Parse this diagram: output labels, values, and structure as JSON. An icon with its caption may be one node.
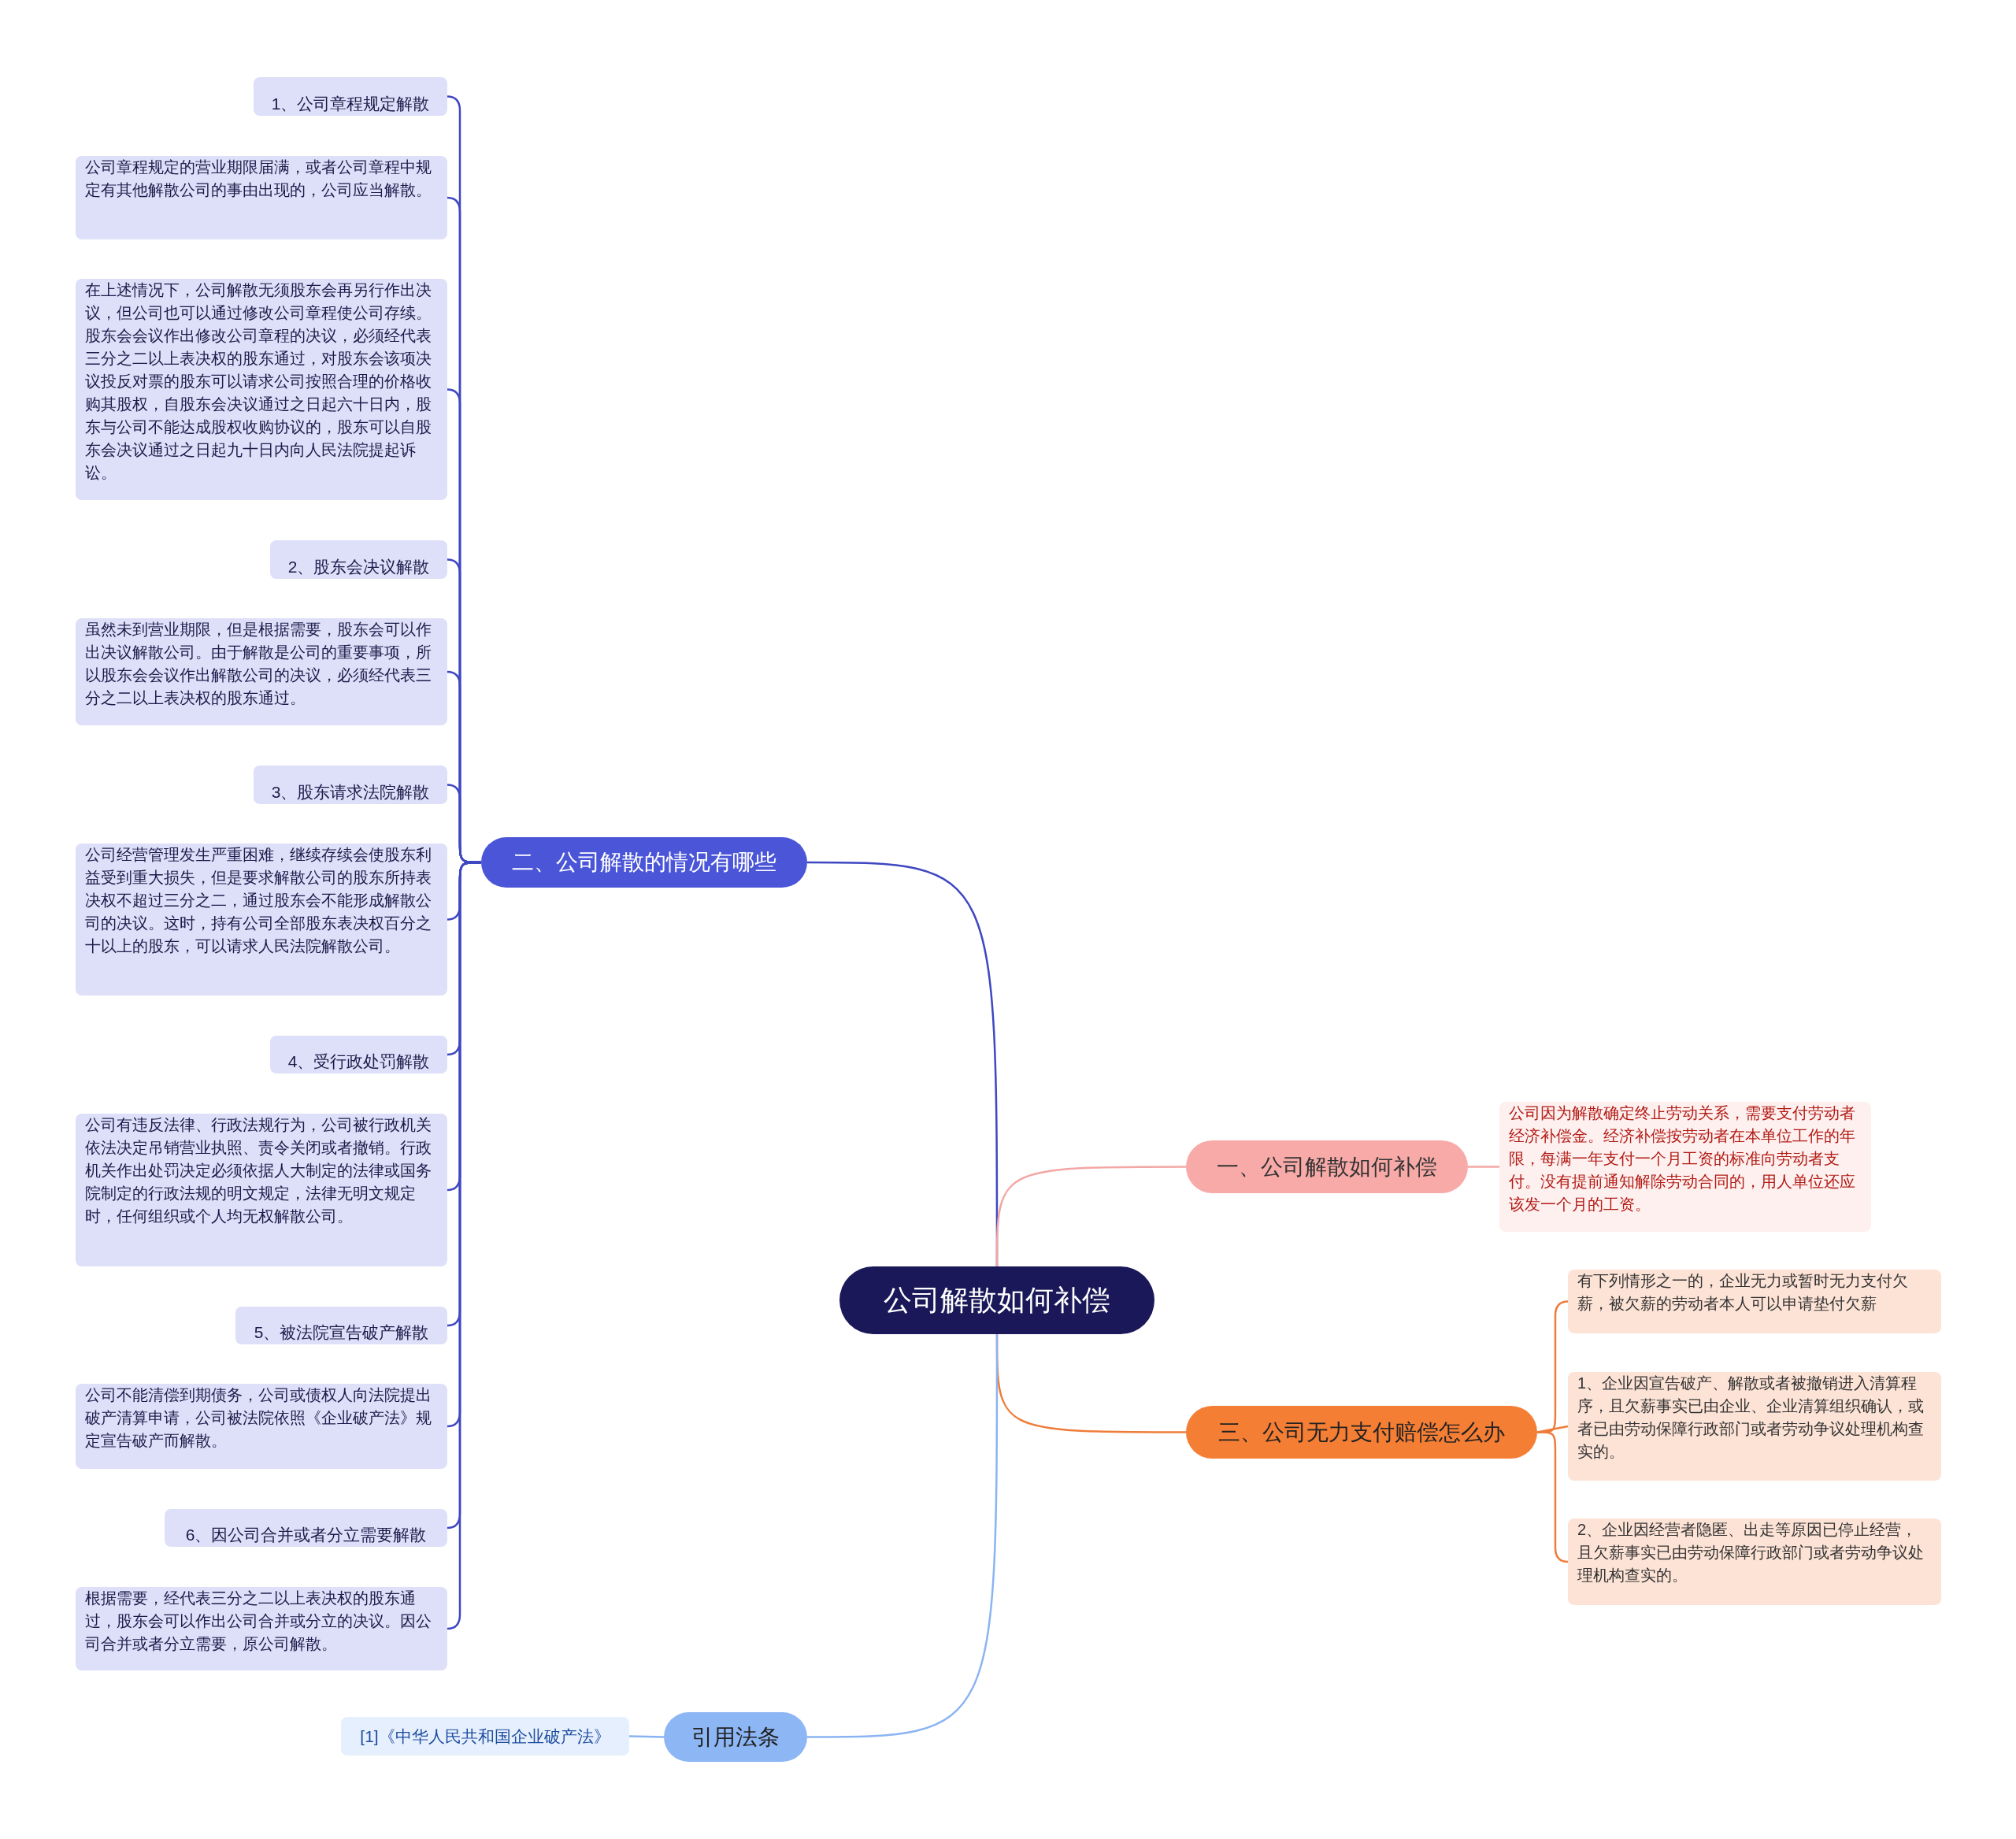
{
  "diagram": {
    "nodes": [
      {
        "text": [
          "公司解散如何补偿"
        ]
      },
      {
        "text": [
          "二、公司解散的情况有哪些"
        ]
      },
      {
        "text": [
          "1、公司章程规定解散"
        ]
      },
      {
        "text": [
          "公司章程规定的营业期限届满，或者公司章程中规定有其他解散公司的事由出现的，公司应当解散。"
        ]
      },
      {
        "text": [
          "在上述情况下，公司解散无须股东会再另行作出决议，但公司也可以通过修改公司章程使公司存续。股东会会议作出修改公司章程的决议，必须经代表三分之二以上表决权的股东通过，对股东会该项决议投反对票的股东可以请求公司按照合理的价格收购其股权，自股东会决议通过之日起六十日内，股东与公司不能达成股权收购协议的，股东可以自股东会决议通过之日起九十日内向人民法院提起诉讼。"
        ]
      },
      {
        "text": [
          "2、股东会决议解散"
        ]
      },
      {
        "text": [
          "虽然未到营业期限，但是根据需要，股东会可以作出决议解散公司。由于解散是公司的重要事项，所以股东会会议作出解散公司的决议，必须经代表三分之二以上表决权的股东通过。"
        ]
      },
      {
        "text": [
          "3、股东请求法院解散"
        ]
      },
      {
        "text": [
          "公司经营管理发生严重困难，继续存续会使股东利益受到重大损失，但是要求解散公司的股东所持表决权不超过三分之二，通过股东会不能形成解散公司的决议。这时，持有公司全部股东表决权百分之十以上的股东，可以请求人民法院解散公司。"
        ]
      },
      {
        "text": [
          "4、受行政处罚解散"
        ]
      },
      {
        "text": [
          "公司有违反法律、行政法规行为，公司被行政机关依法决定吊销营业执照、责令关闭或者撤销。行政机关作出处罚决定必须依据人大制定的法律或国务院制定的行政法规的明文规定，法律无明文规定时，任何组织或个人均无权解散公司。"
        ]
      },
      {
        "text": [
          "5、被法院宣告破产解散"
        ]
      },
      {
        "text": [
          "公司不能清偿到期债务，公司或债权人向法院提出破产清算申请，公司被法院依照《企业破产法》规定宣告破产而解散。"
        ]
      },
      {
        "text": [
          "6、因公司合并或者分立需要解散"
        ]
      },
      {
        "text": [
          "根据需要，经代表三分之二以上表决权的股东通过，股东会可以作出公司合并或分立的决议。因公司合并或者分立需要，原公司解散。"
        ]
      },
      {
        "text": [
          "一、公司解散如何补偿"
        ]
      },
      {
        "text": [
          "公司因为解散确定终止劳动关系，需要支付劳动者经济补偿金。经济补偿按劳动者在本单位工作的年限，每满一年支付一个月工资的标准向劳动者支付。没有提前通知解除劳动合同的，用人单位还应该发一个月的工资。"
        ]
      },
      {
        "text": [
          "三、公司无力支付赔偿怎么办"
        ]
      },
      {
        "text": [
          "有下列情形之一的，企业无力或暂时无力支付欠薪，被欠薪的劳动者本人可以申请垫付欠薪"
        ]
      },
      {
        "text": [
          "1、企业因宣告破产、解散或者被撤销进入清算程序，且欠薪事实已由企业、企业清算组织确认，或者已由劳动保障行政部门或者劳动争议处理机构查实的。"
        ]
      },
      {
        "text": [
          "2、企业因经营者隐匿、出走等原因已停止经营，且欠薪事实已由劳动保障行政部门或者劳动争议处理机构查实的。"
        ]
      },
      {
        "text": [
          "引用法条"
        ]
      },
      {
        "text": [
          "[1]《中华人民共和国企业破产法》"
        ]
      }
    ],
    "edges": [
      {
        "from": 0,
        "to": 1,
        "arrow": "none"
      },
      {
        "from": 1,
        "to": 2,
        "arrow": "none"
      },
      {
        "from": 1,
        "to": 3,
        "arrow": "none"
      },
      {
        "from": 1,
        "to": 4,
        "arrow": "none"
      },
      {
        "from": 1,
        "to": 5,
        "arrow": "none"
      },
      {
        "from": 1,
        "to": 6,
        "arrow": "none"
      },
      {
        "from": 1,
        "to": 7,
        "arrow": "none"
      },
      {
        "from": 1,
        "to": 8,
        "arrow": "none"
      },
      {
        "from": 1,
        "to": 9,
        "arrow": "none"
      },
      {
        "from": 1,
        "to": 10,
        "arrow": "none"
      },
      {
        "from": 1,
        "to": 11,
        "arrow": "none"
      },
      {
        "from": 1,
        "to": 12,
        "arrow": "none"
      },
      {
        "from": 1,
        "to": 13,
        "arrow": "none"
      },
      {
        "from": 1,
        "to": 14,
        "arrow": "none"
      },
      {
        "from": 0,
        "to": 15,
        "arrow": "none",
        "color": "#f2a7a5"
      },
      {
        "from": 15,
        "to": 16,
        "arrow": "none",
        "color": "#f2a7a5"
      },
      {
        "from": 0,
        "to": 17,
        "arrow": "none",
        "color": "#ee7d3b"
      },
      {
        "from": 17,
        "to": 18,
        "arrow": "none",
        "color": "#ee7d3b"
      },
      {
        "from": 17,
        "to": 19,
        "arrow": "none",
        "color": "#ee7d3b"
      },
      {
        "from": 17,
        "to": 20,
        "arrow": "none",
        "color": "#ee7d3b"
      },
      {
        "from": 0,
        "to": 21,
        "arrow": "none",
        "color": "#8bb4f2"
      },
      {
        "from": 21,
        "to": 22,
        "arrow": "none",
        "color": "#8bb4f2"
      }
    ]
  }
}
